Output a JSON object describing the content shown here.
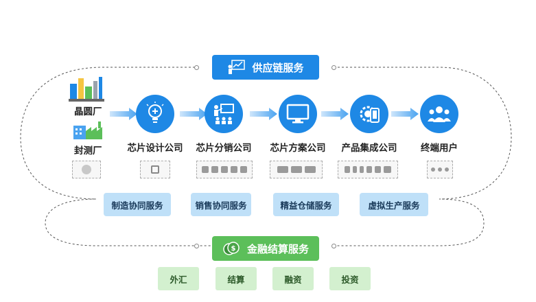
{
  "supply_chain": {
    "label": "供应链服务"
  },
  "finance": {
    "label": "金融结算服务"
  },
  "sources": [
    {
      "label": "晶圆厂",
      "icon": "wafer-fab-icon"
    },
    {
      "label": "封测厂",
      "icon": "packaging-test-factory-icon"
    }
  ],
  "nodes": [
    {
      "label": "芯片设计公司",
      "icon": "lightbulb-icon"
    },
    {
      "label": "芯片分销公司",
      "icon": "presentation-team-icon"
    },
    {
      "label": "芯片方案公司",
      "icon": "monitor-icon"
    },
    {
      "label": "产品集成公司",
      "icon": "gear-phone-icon"
    },
    {
      "label": "终端用户",
      "icon": "user-group-icon"
    }
  ],
  "services": [
    {
      "label": "制造协同服务"
    },
    {
      "label": "销售协同服务"
    },
    {
      "label": "精益仓储服务"
    },
    {
      "label": "虚拟生产服务"
    }
  ],
  "finance_items": [
    {
      "label": "外汇"
    },
    {
      "label": "结算"
    },
    {
      "label": "融资"
    },
    {
      "label": "投资"
    }
  ],
  "colors": {
    "blue": "#1e88e5",
    "green": "#5cbf5a",
    "light_blue": "#bfe0f8",
    "light_green": "#d3f0cf"
  }
}
